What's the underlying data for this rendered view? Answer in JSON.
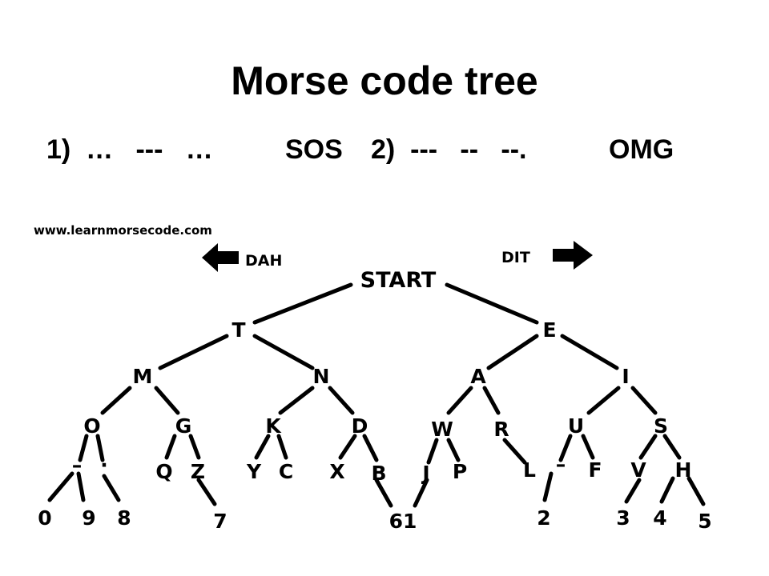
{
  "title": "Morse code tree",
  "examples": [
    {
      "code": "1)  …   ---   …",
      "answer": "SOS"
    },
    {
      "code": "2)  ---   --   --.",
      "answer": "OMG"
    }
  ],
  "diagram": {
    "source_url": "www.learnmorsecode.com",
    "dah_label": "DAH",
    "dit_label": "DIT",
    "root": "START",
    "nodes": {
      "t": "T",
      "e": "E",
      "m": "M",
      "n": "N",
      "a": "A",
      "i": "I",
      "o": "O",
      "g": "G",
      "k": "K",
      "d": "D",
      "w": "W",
      "r": "R",
      "u": "U",
      "s": "S",
      "oDash": "–",
      "oDot": "·",
      "q": "Q",
      "z": "Z",
      "y": "Y",
      "c": "C",
      "x": "X",
      "b": "B",
      "j": "J",
      "p": "P",
      "l": "L",
      "uDash": "–",
      "f": "F",
      "v": "V",
      "h": "H",
      "n0": "0",
      "n9": "9",
      "n8": "8",
      "n7": "7",
      "n61": "61",
      "n2": "2",
      "n3": "3",
      "n4": "4",
      "n5": "5"
    }
  }
}
